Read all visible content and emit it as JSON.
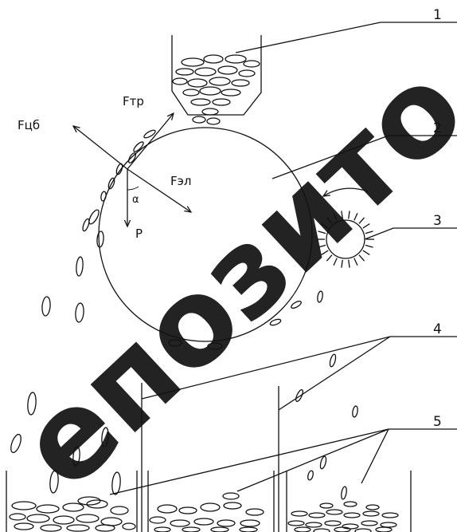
{
  "forces": {
    "centrifugal": "Fцб",
    "friction": "Fтр",
    "electric": "Fэл",
    "weight": "P",
    "angle": "α"
  },
  "callouts": [
    "1",
    "2",
    "3",
    "4",
    "5"
  ],
  "watermark": "епозито",
  "colors": {
    "ink": "#111111",
    "watermark": "#000000"
  }
}
